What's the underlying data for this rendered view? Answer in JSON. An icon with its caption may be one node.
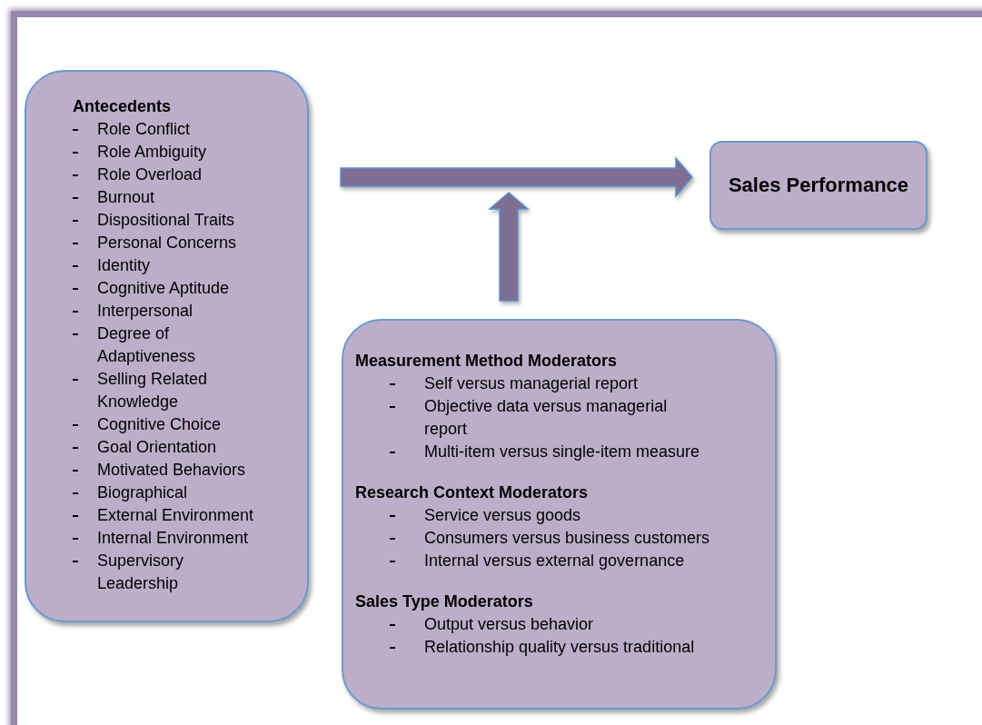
{
  "diagram": {
    "nodes": [
      {
        "text": [
          "Antecedents",
          "Role Conflict",
          "Role Ambiguity",
          "Role Overload",
          "Burnout",
          "Dispositional Traits",
          "Personal Concerns",
          "Identity",
          "Cognitive Aptitude",
          "Interpersonal",
          "Degree of Adaptiveness",
          "Selling Related Knowledge",
          "Cognitive Choice",
          "Goal Orientation",
          "Motivated Behaviors",
          "Biographical",
          "External Environment",
          "Internal Environment",
          "Supervisory Leadership"
        ]
      },
      {
        "text": [
          "Sales Performance"
        ]
      },
      {
        "text": [
          "Measurement Method Moderators",
          "Self versus managerial report",
          "Objective data versus managerial report",
          "Multi-item versus single-item measure",
          "Research Context Moderators",
          "Service versus goods",
          "Consumers versus business customers",
          "Internal versus external governance",
          "Sales Type Moderators",
          "Output versus behavior",
          "Relationship quality versus traditional"
        ]
      }
    ],
    "edges": [
      {
        "from": 0,
        "to": 1,
        "arrow": "to"
      },
      {
        "from": 2,
        "to": null,
        "arrow": "to"
      }
    ]
  }
}
